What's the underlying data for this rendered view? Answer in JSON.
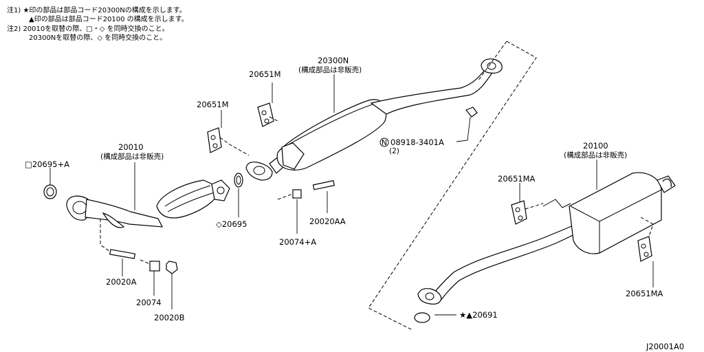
{
  "notes": [
    "注1) ★印の部品は部品コード20300Nの構成を示します。",
    "▲印の部品は部品コード20100 の構成を示します。",
    "注2) 20010を取替の際、□・◇ を同時交換のこと。",
    "20300Nを取替の際、◇ を同時交換のこと。"
  ],
  "labels": {
    "p20300N": "20300N",
    "p20300N_note": "(構成部品は非販売)",
    "p20651M_top": "20651M",
    "p20651M_left": "20651M",
    "p20010": "20010",
    "p20010_note": "(構成部品は非販売)",
    "p20695A": "□20695+A",
    "p20695": "◇20695",
    "p20020AA": "20020AA",
    "p20074A": "20074+A",
    "p20020A": "20020A",
    "p20074": "20074",
    "p20020B": "20020B",
    "p08918_prefix": "N",
    "p08918": "08918-3401A",
    "p08918_qty": "(2)",
    "p20100": "20100",
    "p20100_note": "(構成部品は非販売)",
    "p20651MA_top": "20651MA",
    "p20651MA_right": "20651MA",
    "p20691": "★▲20691"
  },
  "diagram_id": "J20001A0"
}
